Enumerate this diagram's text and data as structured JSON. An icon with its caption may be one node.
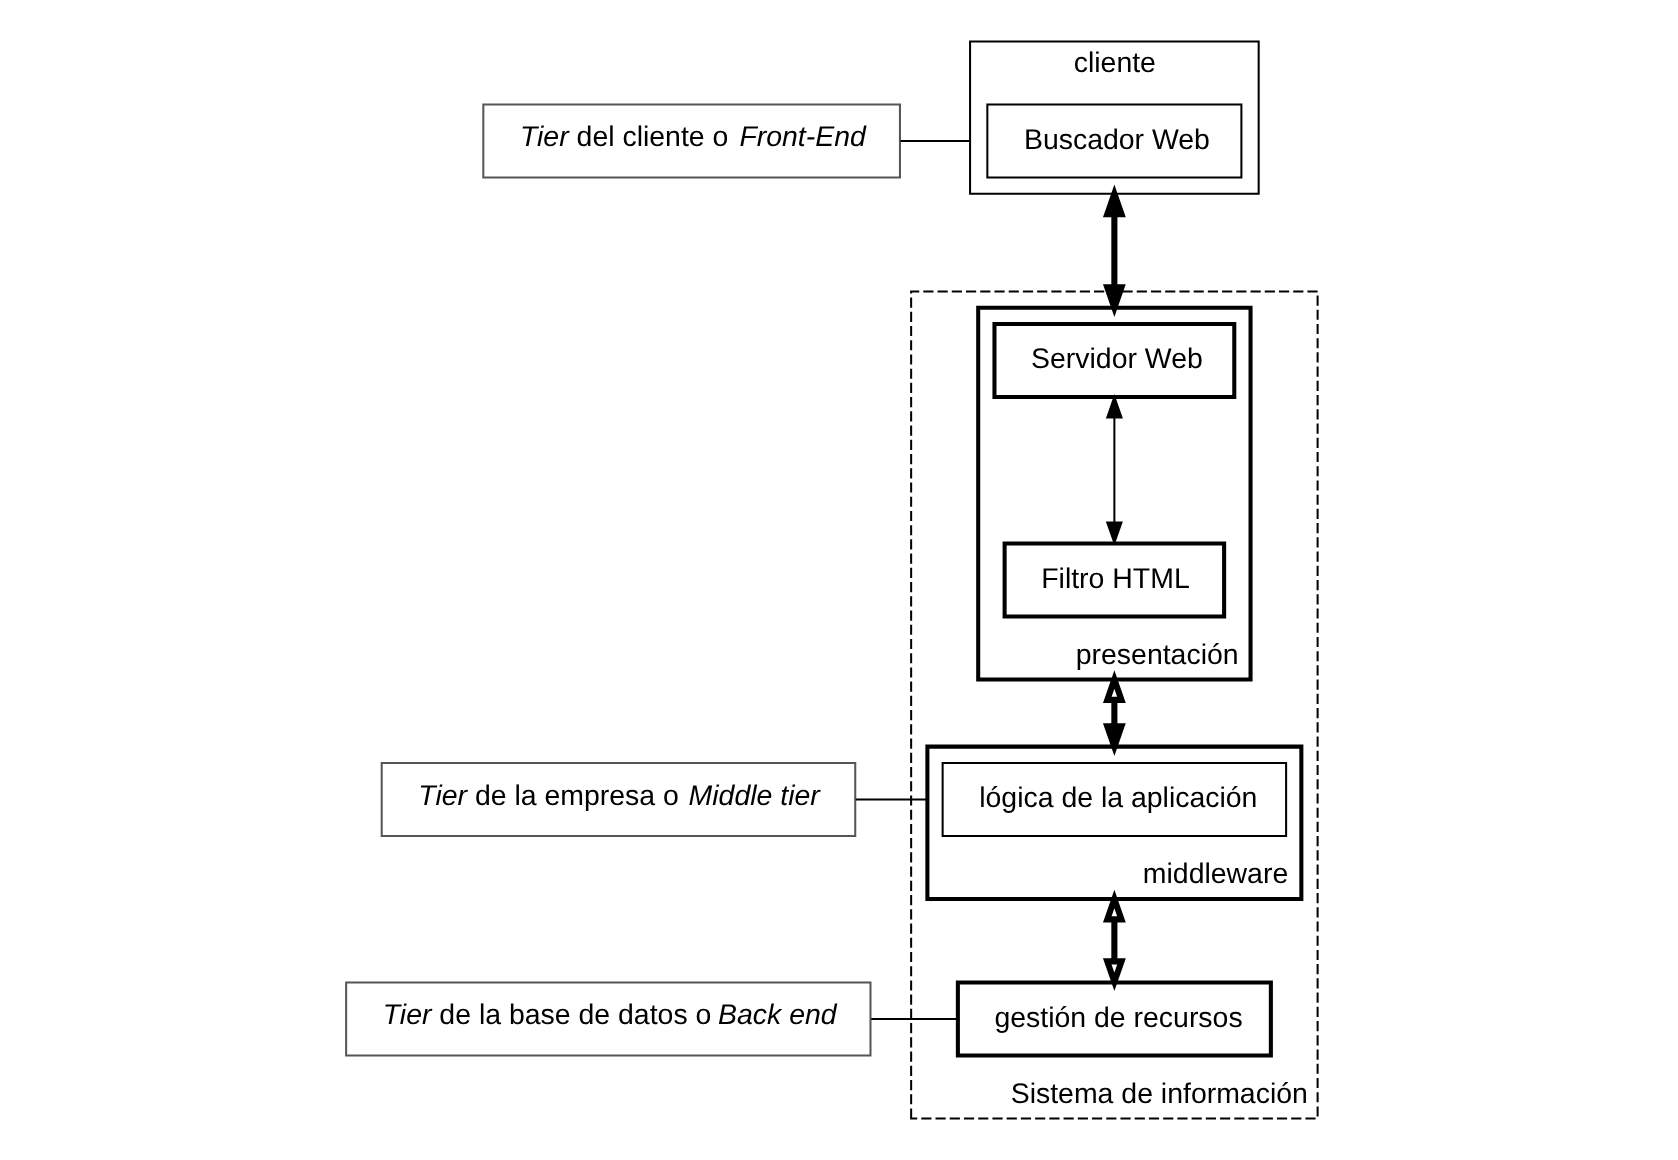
{
  "diagram": {
    "nodes": [
      {
        "text": [
          "cliente"
        ]
      },
      {
        "text": [
          "Buscador Web"
        ],
        "in": 0
      },
      {
        "text": [
          "Sistema de información"
        ]
      },
      {
        "text": [
          "presentación"
        ],
        "in": 2
      },
      {
        "text": [
          "Servidor Web"
        ],
        "in": 3
      },
      {
        "text": [
          "Filtro HTML"
        ],
        "in": 3
      },
      {
        "text": [
          "middleware"
        ],
        "in": 2
      },
      {
        "text": [
          "lógica de la aplicación"
        ],
        "in": 6
      },
      {
        "text": [
          "gestión de recursos"
        ],
        "in": 2
      },
      {
        "text": [
          "*Tier* del cliente o *Front-End*"
        ]
      },
      {
        "text": [
          "*Tier* de la empresa o *Middle tier*"
        ]
      },
      {
        "text": [
          "*Tier* de la base de datos o *Back end*"
        ]
      }
    ],
    "edges": [
      {
        "from": 0,
        "to": 3,
        "arrow": "both",
        "style": "thick"
      },
      {
        "from": 4,
        "to": 5,
        "arrow": "both"
      },
      {
        "from": 3,
        "to": 6,
        "arrow": "both",
        "style": "thick"
      },
      {
        "from": 6,
        "to": 8,
        "arrow": "both",
        "style": "thick"
      },
      {
        "from": 9,
        "to": 0,
        "arrow": "none"
      },
      {
        "from": 10,
        "to": 6,
        "arrow": "none"
      },
      {
        "from": 11,
        "to": 8,
        "arrow": "none"
      }
    ]
  }
}
